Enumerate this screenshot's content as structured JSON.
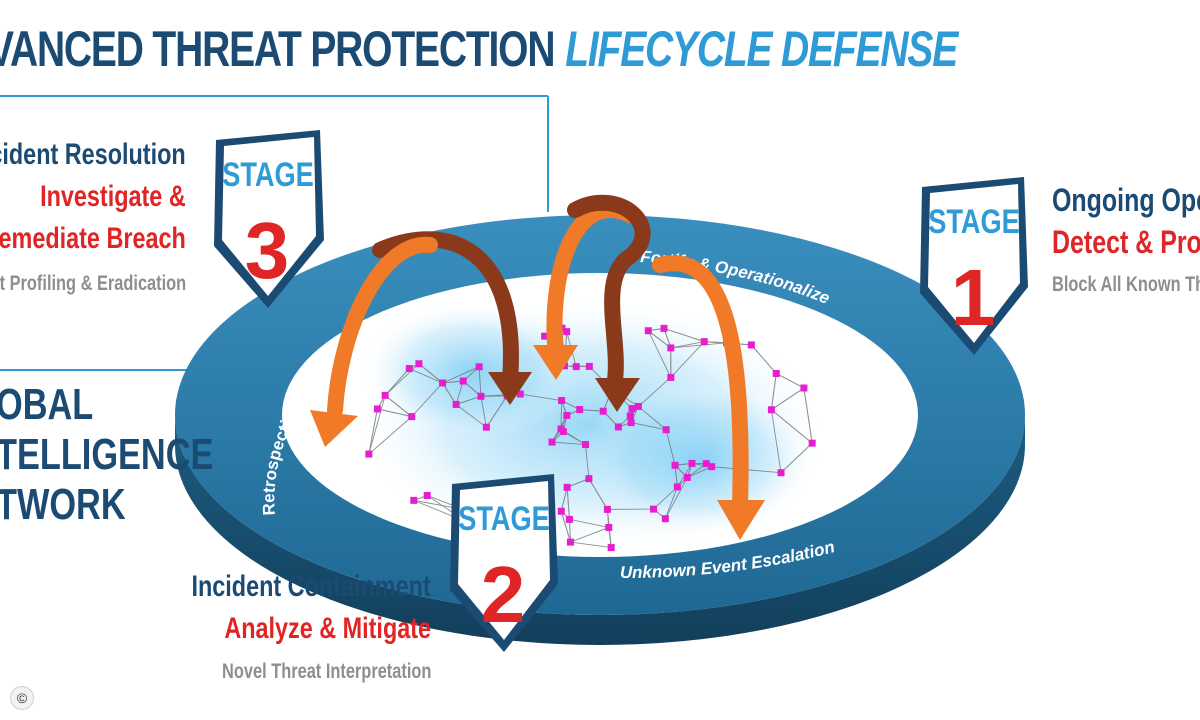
{
  "title": {
    "main": "VANCED THREAT PROTECTION",
    "accent": "LIFECYCLE DEFENSE"
  },
  "stage3": {
    "badge_word": "STAGE",
    "badge_num": "3",
    "heading": "cident Resolution",
    "action_line1": "Investigate &",
    "action_line2": "Remediate Breach",
    "sub": "t Profiling & Eradication"
  },
  "stage1": {
    "badge_word": "STAGE",
    "badge_num": "1",
    "heading": "Ongoing Opera",
    "action": "Detect & Prote",
    "sub": "Block All Known Th"
  },
  "stage2": {
    "badge_word": "STAGE",
    "badge_num": "2",
    "heading": "Incident Containment",
    "action": "Analyze & Mitigate",
    "sub": "Novel Threat Interpretation"
  },
  "network_label": {
    "line1": "OBAL",
    "line2": "TELLIGENCE",
    "line3": "TWORK"
  },
  "ring_labels": {
    "top": "Fortify & Operationalize",
    "left": "Retrospective Escalation",
    "bottom": "Unknown Event Escalation"
  },
  "colors": {
    "navy": "#1b4a73",
    "blue": "#2e9bd6",
    "red": "#e02526",
    "grey": "#8e8e8e",
    "ring_top": "#2a7aa6",
    "ring_side": "#18506f",
    "orange": "#f07a28",
    "brown": "#8a3a1a",
    "node": "#e61ed0",
    "glow": "#63c3f2"
  },
  "copyright_symbol": "©"
}
